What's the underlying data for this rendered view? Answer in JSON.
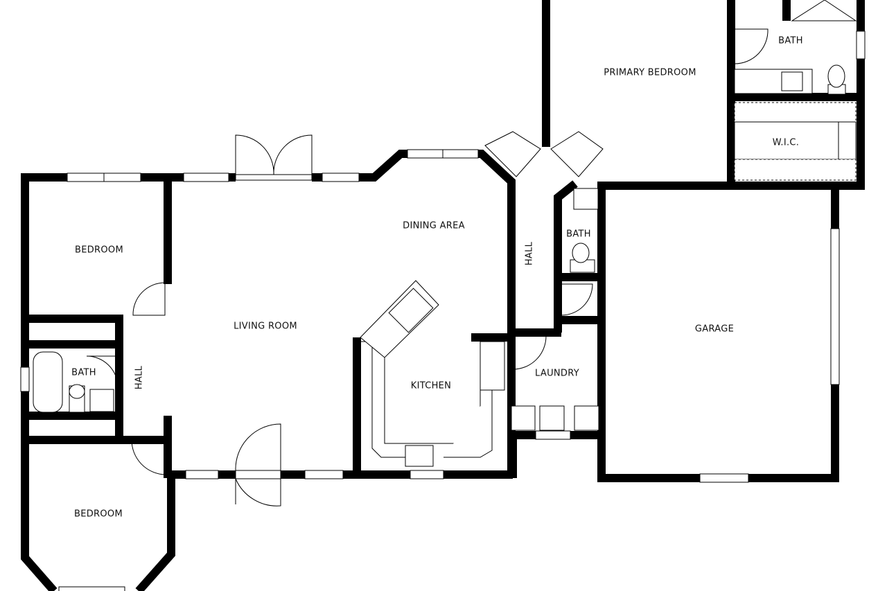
{
  "plan": {
    "wall_color": "#000000",
    "rooms": {
      "primary_bedroom": "PRIMARY BEDROOM",
      "primary_bath": "BATH",
      "wic": "W.I.C.",
      "dining": "DINING AREA",
      "hall_center": "HALL",
      "bath_center": "BATH",
      "bedroom_top": "BEDROOM",
      "living": "LIVING ROOM",
      "garage": "GARAGE",
      "kitchen": "KITCHEN",
      "laundry": "LAUNDRY",
      "bath_left": "BATH",
      "hall_left": "HALL",
      "bedroom_bottom": "BEDROOM"
    }
  }
}
